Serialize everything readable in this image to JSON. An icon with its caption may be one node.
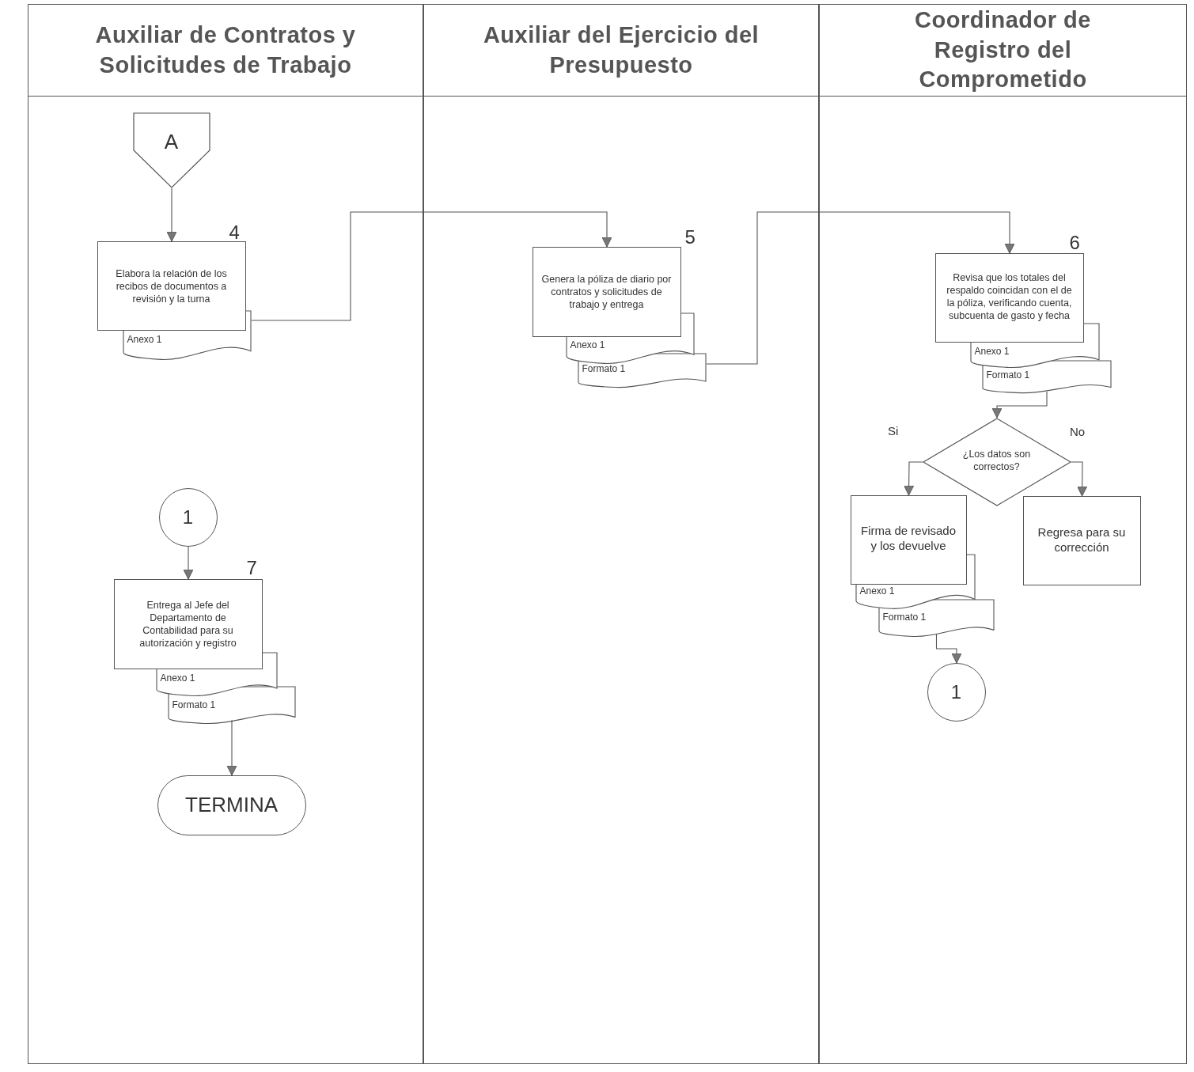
{
  "diagram": {
    "nodes": [
      {
        "text": [
          "Auxiliar de Contratos y Solicitudes de Trabajo"
        ]
      },
      {
        "text": [
          "Auxiliar del Ejercicio del Presupuesto"
        ]
      },
      {
        "text": [
          "Coordinador de Registro del Comprometido"
        ]
      },
      {
        "text": [
          "A"
        ],
        "in": 0
      },
      {
        "text": [
          "Elabora la relación de los recibos de documentos a revisión y la turna"
        ],
        "in": 0,
        "beside": [
          "4"
        ]
      },
      {
        "text": [
          "Anexo 1"
        ],
        "in": 0
      },
      {
        "text": [
          "Genera la póliza de diario por contratos y solicitudes de trabajo  y entrega"
        ],
        "in": 1,
        "beside": [
          "5"
        ]
      },
      {
        "text": [
          "Anexo 1"
        ],
        "in": 1
      },
      {
        "text": [
          "Formato 1"
        ],
        "in": 1
      },
      {
        "text": [
          "Revisa que los totales del respaldo coincidan con el de la póliza, verificando cuenta, subcuenta de gasto y fecha"
        ],
        "in": 2,
        "beside": [
          "6"
        ]
      },
      {
        "text": [
          "Anexo 1"
        ],
        "in": 2
      },
      {
        "text": [
          "Formato 1"
        ],
        "in": 2
      },
      {
        "text": [
          "¿Los datos son correctos?"
        ],
        "in": 2
      },
      {
        "text": [
          "Firma de revisado y los devuelve"
        ],
        "in": 2
      },
      {
        "text": [
          "Anexo 1"
        ],
        "in": 2
      },
      {
        "text": [
          "Formato 1"
        ],
        "in": 2
      },
      {
        "text": [
          "Regresa para su corrección"
        ],
        "in": 2
      },
      {
        "text": [
          "1"
        ],
        "in": 2
      },
      {
        "text": [
          "1"
        ],
        "in": 0
      },
      {
        "text": [
          "Entrega al Jefe del Departamento de Contabilidad para su autorización y registro"
        ],
        "in": 0,
        "beside": [
          "7"
        ]
      },
      {
        "text": [
          "Anexo 1"
        ],
        "in": 0
      },
      {
        "text": [
          "Formato 1"
        ],
        "in": 0
      },
      {
        "text": [
          "TERMINA"
        ],
        "in": 0
      }
    ],
    "edges": [
      {
        "from": 3,
        "to": 4,
        "arrow": "to"
      },
      {
        "from": 5,
        "to": 6,
        "arrow": "to"
      },
      {
        "from": 8,
        "to": 9,
        "arrow": "to"
      },
      {
        "from": 11,
        "to": 12,
        "arrow": "to"
      },
      {
        "from": 12,
        "to": 13,
        "arrow": "to",
        "label": "Si"
      },
      {
        "from": 12,
        "to": 16,
        "arrow": "to",
        "label": "No"
      },
      {
        "from": 15,
        "to": 17,
        "arrow": "to"
      },
      {
        "from": 18,
        "to": 19,
        "arrow": "to"
      },
      {
        "from": 21,
        "to": 22,
        "arrow": "to"
      }
    ]
  }
}
